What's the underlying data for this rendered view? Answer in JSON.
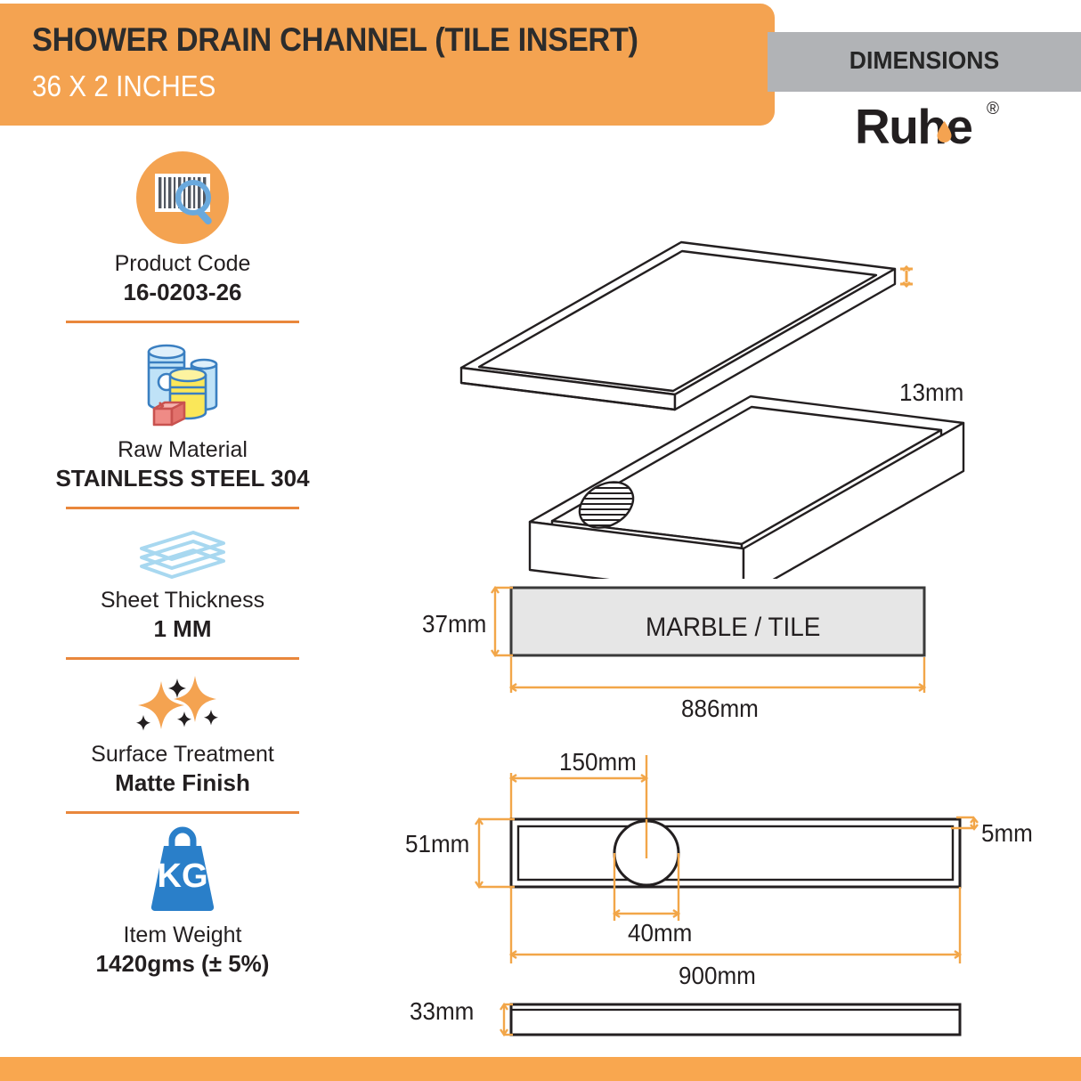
{
  "header": {
    "title": "SHOWER DRAIN CHANNEL (TILE INSERT)",
    "subtitle": "36 X 2 INCHES",
    "dimensions_label": "DIMENSIONS",
    "brand": "Ruhe",
    "brand_reg": "®"
  },
  "colors": {
    "orange": "#f4a351",
    "orange_divider": "#e9873c",
    "orange_dim": "#f2a649",
    "gray_bar": "#b1b3b6",
    "dark": "#231f20",
    "blue": "#2a7fc9",
    "light_blue": "#a8d8f0",
    "yellow": "#f8e14e",
    "red": "#ef7f7f",
    "tile_fill": "#e6e6e6",
    "footer": "#f9a74f"
  },
  "sidebar": {
    "items": [
      {
        "icon": "barcode-magnifier-icon",
        "label": "Product Code",
        "value": "16-0203-26"
      },
      {
        "icon": "barrels-box-icon",
        "label": "Raw Material",
        "value": "STAINLESS STEEL 304"
      },
      {
        "icon": "stacked-sheets-icon",
        "label": "Sheet Thickness",
        "value": "1 MM"
      },
      {
        "icon": "sparkle-stars-icon",
        "label": "Surface Treatment",
        "value": "Matte Finish"
      },
      {
        "icon": "kg-weight-icon",
        "label": "Item Weight",
        "value": "1420gms (± 5%)",
        "icon_text": "KG"
      }
    ]
  },
  "drawings": {
    "isometric": {
      "height_callout": "13mm",
      "arrow": "down-arrow-assembly"
    },
    "tile_view": {
      "fill_label": "MARBLE / TILE",
      "height": "37mm",
      "width": "886mm"
    },
    "top_view": {
      "offset_to_drain": "150mm",
      "body_height": "51mm",
      "rim_thickness": "5mm",
      "drain_diameter": "40mm",
      "total_length": "900mm"
    },
    "side_view": {
      "height": "33mm"
    }
  }
}
